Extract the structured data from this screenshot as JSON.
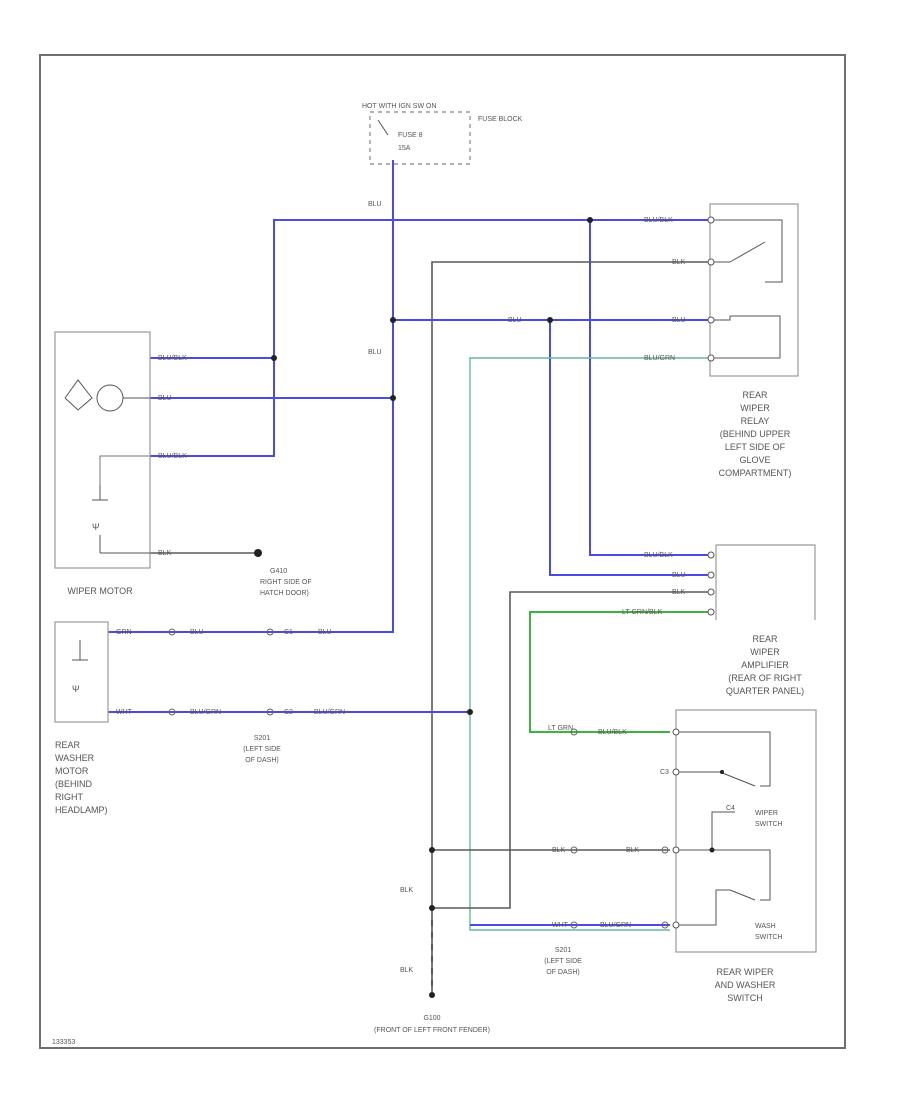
{
  "colors": {
    "frame": "#6f6f6f",
    "wire_blue": "#4a4ae6",
    "wire_grey": "#5a5a5a",
    "wire_green": "#3fb33f",
    "wire_lightgreen": "#66b8a0",
    "component": "#9a9a9a"
  },
  "fuse": {
    "header": "HOT WITH IGN SW ON",
    "label": "FUSE BLOCK",
    "fuse_name": "FUSE 8",
    "fuse_rating": "15A"
  },
  "wires": {
    "blu_top": "BLU",
    "blu_mid": "BLU",
    "blu_blk_relay": "BLU/BLK",
    "blk_relay": "BLK",
    "blu_relay_a": "BLU",
    "blu_relay_b": "BLU",
    "blu_grn_relay": "BLU/GRN",
    "motor_blu_blk_1": "BLU/BLK",
    "motor_blu": "BLU",
    "motor_blu_blk_2": "BLU/BLK",
    "motor_blk": "BLK",
    "amp_blu_blk": "BLU/BLK",
    "amp_blu": "BLU",
    "amp_blk": "BLK",
    "amp_lt_grn_blk": "LT GRN/BLK",
    "washer_grn_a": "GRN",
    "washer_blu_a": "BLU",
    "washer_blu_b": "BLU",
    "washer_wht": "WHT",
    "washer_blu_grn_a": "BLU/GRN",
    "washer_blu_grn_b": "BLU/GRN",
    "switch_lt_grn": "LT GRN",
    "switch_blu_blk": "BLU/BLK",
    "switch_blk_a": "BLK",
    "switch_blk_b": "BLK",
    "switch_blu_grn": "BLU/GRN",
    "switch_wht": "WHT",
    "ground_blk_a": "BLK",
    "ground_blk_b": "BLK"
  },
  "connectors": {
    "c1": "C1",
    "c2": "C2",
    "c3": "C3",
    "c4": "C4"
  },
  "grounds": {
    "g_hatch_id": "G410",
    "g_hatch_l1": "RIGHT SIDE OF",
    "g_hatch_l2": "HATCH DOOR)",
    "g_main_id": "G100",
    "g_main_desc": "(FRONT OF LEFT FRONT FENDER)"
  },
  "splices": {
    "s_left_id": "S201",
    "s_left_l1": "(LEFT SIDE",
    "s_left_l2": "OF DASH)",
    "s_right_id": "S201",
    "s_right_l1": "(LEFT SIDE",
    "s_right_l2": "OF DASH)"
  },
  "components": {
    "wiper_motor": "WIPER MOTOR",
    "relay": [
      "REAR",
      "WIPER",
      "RELAY",
      "(BEHIND UPPER",
      "LEFT SIDE OF",
      "GLOVE",
      "COMPARTMENT)"
    ],
    "amplifier": [
      "REAR",
      "WIPER",
      "AMPLIFIER",
      "(REAR OF RIGHT",
      "QUARTER PANEL)"
    ],
    "washer_motor": [
      "REAR",
      "WASHER",
      "MOTOR",
      "(BEHIND",
      "RIGHT",
      "HEADLAMP)"
    ],
    "switch_assy": [
      "REAR WIPER",
      "AND WASHER",
      "SWITCH"
    ],
    "wiper_switch": [
      "WIPER",
      "SWITCH"
    ],
    "wash_switch": [
      "WASH",
      "SWITCH"
    ]
  },
  "footer": "133353"
}
